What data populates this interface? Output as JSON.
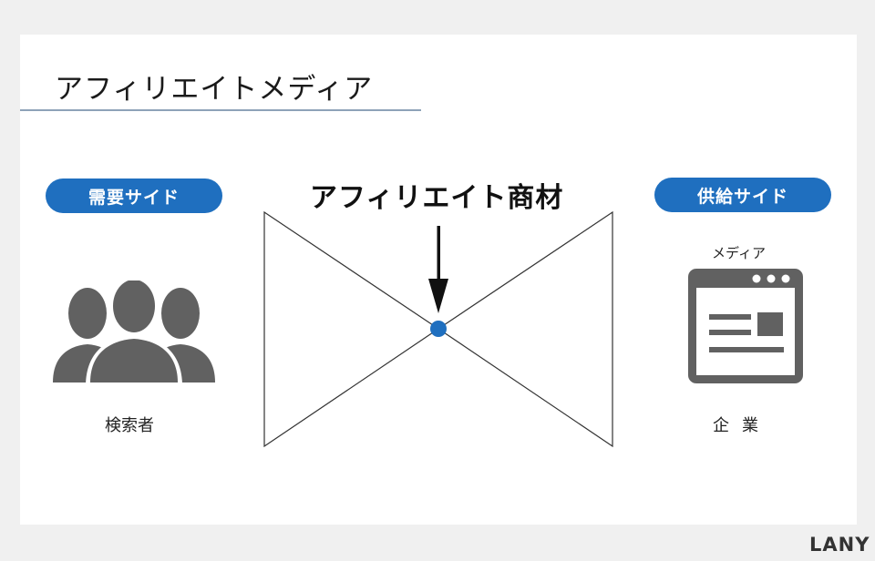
{
  "slide": {
    "title": "アフィリエイトメディア"
  },
  "diagram": {
    "demand_side": {
      "badge": "需要サイド",
      "icon": "people-group-icon",
      "label": "検索者"
    },
    "center": {
      "label": "アフィリエイト商材",
      "arrow": "arrow-down-icon"
    },
    "supply_side": {
      "badge": "供給サイド",
      "caption": "メディア",
      "icon": "web-browser-icon",
      "label": "企業"
    }
  },
  "colors": {
    "accent": "#1f6fbf",
    "icon_gray": "#616161",
    "underline": "#8ea2b8"
  },
  "footer": {
    "brand": "LANY"
  }
}
